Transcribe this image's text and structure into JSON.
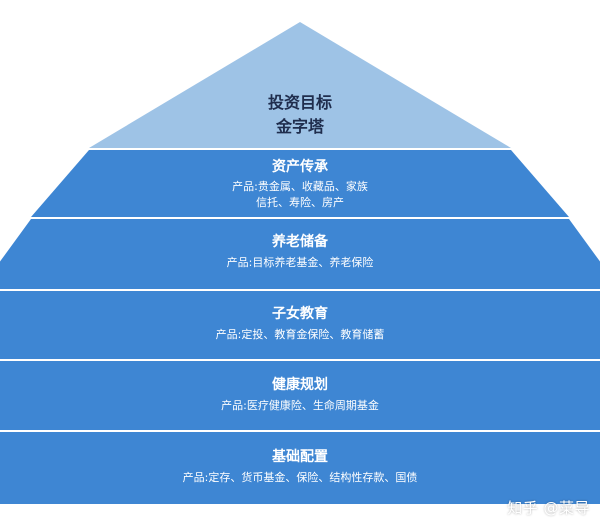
{
  "apex": {
    "lines": [
      "投资目标",
      "金字塔"
    ],
    "color": "#9ec3e6",
    "text_color": "#1f2d4d"
  },
  "tiers": [
    {
      "title": "资产传承",
      "lines": [
        "产品:贵金属、收藏品、家族",
        "信托、寿险、房产"
      ]
    },
    {
      "title": "养老储备",
      "lines": [
        "产品:目标养老基金、养老保险"
      ]
    },
    {
      "title": "子女教育",
      "lines": [
        "产品:定投、教育金保险、教育储蓄"
      ]
    },
    {
      "title": "健康规划",
      "lines": [
        "产品:医疗健康险、生命周期基金"
      ]
    },
    {
      "title": "基础配置",
      "lines": [
        "产品:定存、货币基金、保险、结构性存款、国债"
      ]
    }
  ],
  "colors": {
    "tier": "#3e86d3",
    "tier_text": "#ffffff",
    "separator": "#ffffff",
    "background": "#ffffff"
  },
  "watermark": "知乎 @菜导"
}
